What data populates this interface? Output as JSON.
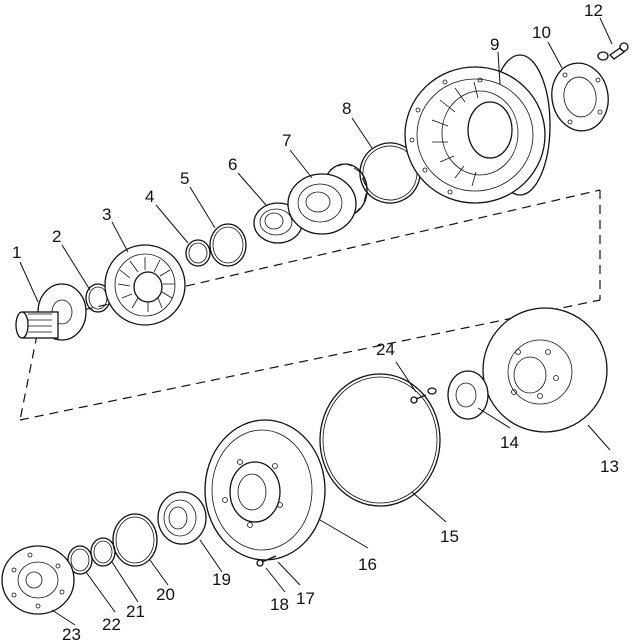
{
  "callouts": [
    "1",
    "2",
    "3",
    "4",
    "5",
    "6",
    "7",
    "8",
    "9",
    "10",
    "12",
    "13",
    "14",
    "15",
    "16",
    "17",
    "18",
    "19",
    "20",
    "21",
    "22",
    "23",
    "24"
  ]
}
